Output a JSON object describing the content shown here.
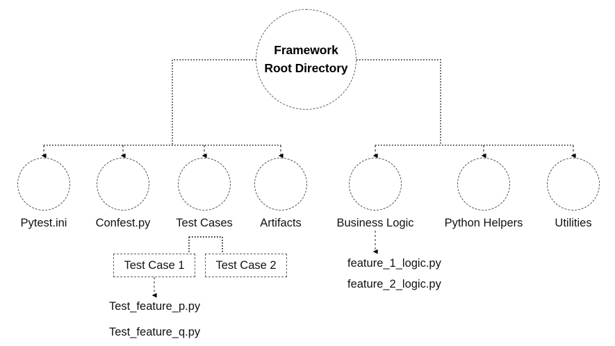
{
  "diagram": {
    "title_node": {
      "line1": "Framework",
      "line2": "Root Directory"
    },
    "left_branch": {
      "nodes": [
        {
          "label": "Pytest.ini"
        },
        {
          "label": "Confest.py"
        },
        {
          "label": "Test Cases"
        },
        {
          "label": "Artifacts"
        }
      ],
      "test_case_boxes": [
        {
          "label": "Test Case 1"
        },
        {
          "label": "Test Case 2"
        }
      ],
      "test_files": [
        {
          "label": "Test_feature_p.py"
        },
        {
          "label": "Test_feature_q.py"
        }
      ]
    },
    "right_branch": {
      "nodes": [
        {
          "label": "Business Logic"
        },
        {
          "label": "Python Helpers"
        },
        {
          "label": "Utilities"
        }
      ],
      "logic_files": [
        {
          "label": "feature_1_logic.py"
        },
        {
          "label": "feature_2_logic.py"
        }
      ]
    },
    "colors": {
      "stroke": "#4c4c4c",
      "text": "#111111",
      "background": "#ffffff",
      "arrowhead": "#000000"
    },
    "icons": {
      "arrow": "arrow-down-icon",
      "connector": "dotted-connector-line"
    }
  }
}
